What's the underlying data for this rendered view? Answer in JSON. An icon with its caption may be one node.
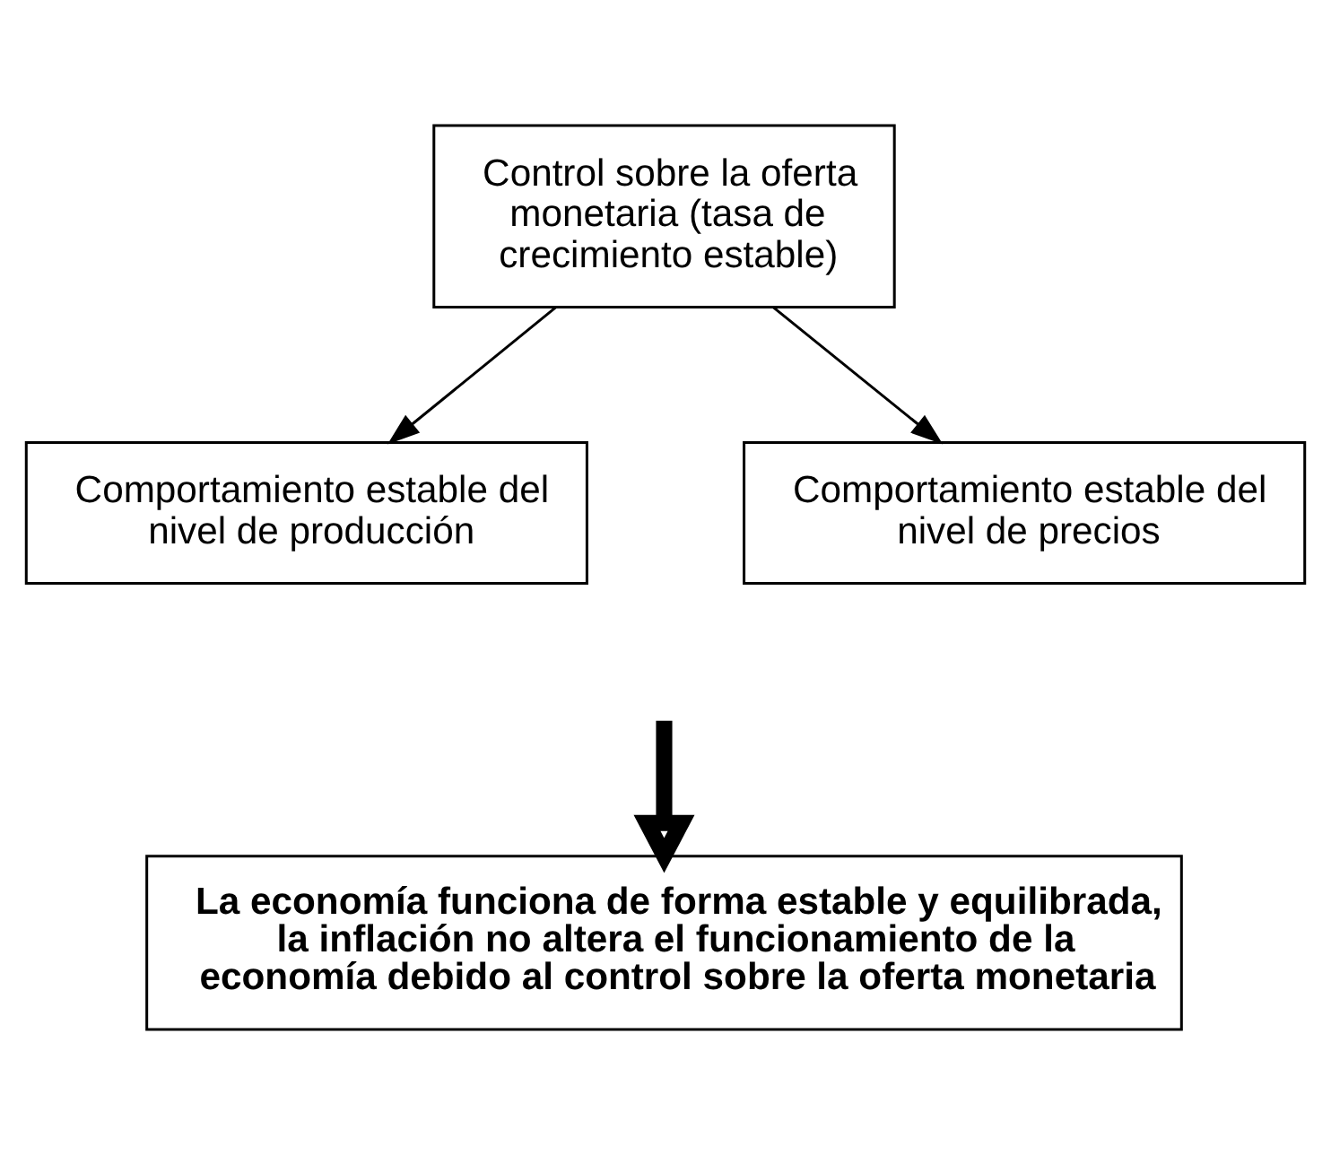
{
  "diagram": {
    "nodes": [
      {
        "text": [
          "Control sobre la oferta monetaria (tasa de crecimiento estable)"
        ]
      },
      {
        "text": [
          "Comportamiento estable del nivel de producción"
        ]
      },
      {
        "text": [
          "Comportamiento estable del nivel de precios"
        ]
      },
      {
        "text": [
          "La economía funciona de forma estable y equilibrada, la inflación no altera el funcionamiento de la economía debido al control sobre la oferta monetaria"
        ]
      }
    ],
    "edges": [
      {
        "from": 0,
        "to": 1,
        "arrow": "to"
      },
      {
        "from": 0,
        "to": 2,
        "arrow": "to"
      },
      {
        "from": null,
        "to": 3,
        "arrow": "to",
        "style": "thick"
      }
    ]
  }
}
